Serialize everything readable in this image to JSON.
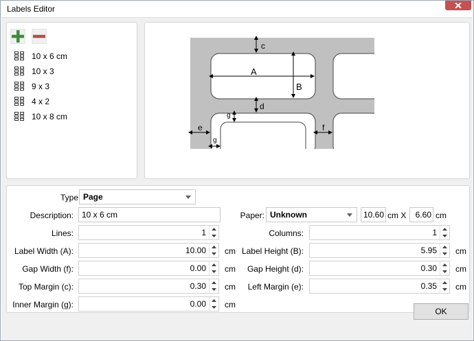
{
  "window": {
    "title": "Labels Editor"
  },
  "toolbar": {
    "add_icon": "plus-icon",
    "remove_icon": "minus-icon",
    "add_color": "#3c8d3c",
    "remove_color": "#b0504c"
  },
  "labels": [
    {
      "name": "10 x 6 cm"
    },
    {
      "name": "10 x 3"
    },
    {
      "name": "9 x 3"
    },
    {
      "name": "4 x 2"
    },
    {
      "name": "10 x 8 cm"
    }
  ],
  "diagram": {
    "a": "A",
    "b": "B",
    "c": "c",
    "d": "d",
    "e": "e",
    "f": "f",
    "g1": "g",
    "g2": "g",
    "sheet_color": "#c0c0c0"
  },
  "form": {
    "type_label": "Type",
    "type_value": "Page",
    "description_label": "Description:",
    "description_value": "10 x 6 cm",
    "paper_label": "Paper:",
    "paper_value": "Unknown",
    "paper_width": "10.60",
    "paper_width_unit": "cm X",
    "paper_height": "6.60",
    "paper_height_unit": "cm",
    "lines_label": "Lines:",
    "lines_value": "1",
    "columns_label": "Columns:",
    "columns_value": "1",
    "label_width_label": "Label Width (A):",
    "label_width_value": "10.00",
    "label_width_unit": "cm",
    "label_height_label": "Label Height (B):",
    "label_height_value": "5.95",
    "label_height_unit": "cm",
    "gap_width_label": "Gap Width (f):",
    "gap_width_value": "0.00",
    "gap_width_unit": "cm",
    "gap_height_label": "Gap Height (d):",
    "gap_height_value": "0.30",
    "gap_height_unit": "cm",
    "top_margin_label": "Top Margin (c):",
    "top_margin_value": "0.30",
    "top_margin_unit": "cm",
    "left_margin_label": "Left Margin (e):",
    "left_margin_value": "0.35",
    "left_margin_unit": "cm",
    "inner_margin_label": "Inner Margin (g):",
    "inner_margin_value": "0.00",
    "inner_margin_unit": "cm"
  },
  "footer": {
    "ok_label": "OK"
  }
}
